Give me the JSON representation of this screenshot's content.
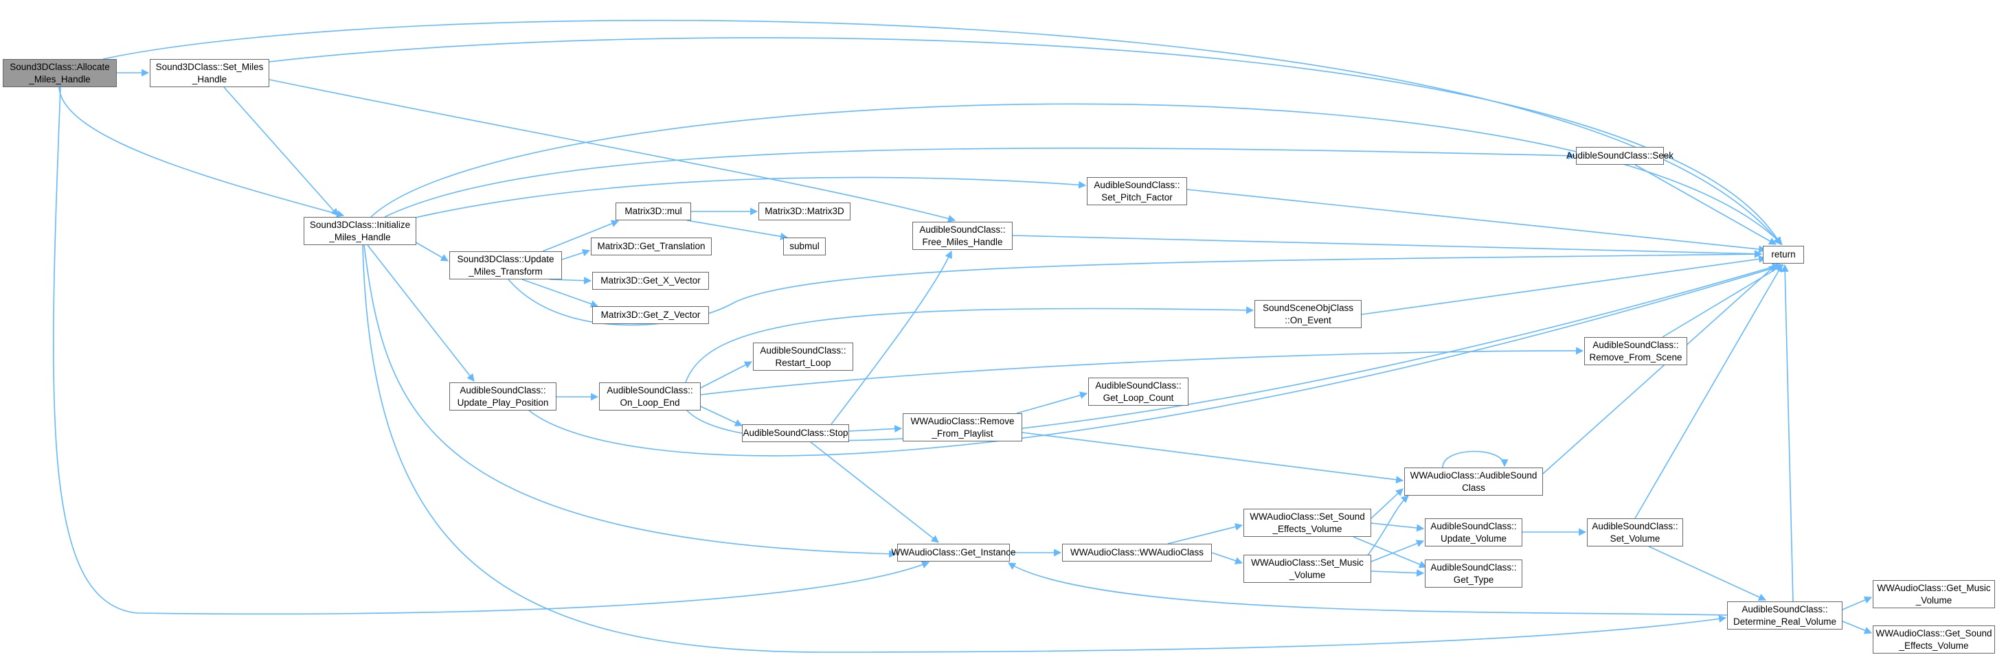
{
  "nodes": [
    {
      "id": "n0",
      "label": "Sound3DClass::Allocate\n_Miles_Handle",
      "highlighted": true
    },
    {
      "id": "n1",
      "label": "Sound3DClass::Set_Miles\n_Handle"
    },
    {
      "id": "n2",
      "label": "return"
    },
    {
      "id": "n3",
      "label": "AudibleSoundClass::\nFree_Miles_Handle"
    },
    {
      "id": "n4",
      "label": "Sound3DClass::Initialize\n_Miles_Handle"
    },
    {
      "id": "n5",
      "label": "WWAudioClass::Get_Instance"
    },
    {
      "id": "n6",
      "label": "AudibleSoundClass::Seek"
    },
    {
      "id": "n7",
      "label": "AudibleSoundClass::\nSet_Pitch_Factor"
    },
    {
      "id": "n8",
      "label": "Sound3DClass::Update\n_Miles_Transform"
    },
    {
      "id": "n9",
      "label": "AudibleSoundClass::\nUpdate_Play_Position"
    },
    {
      "id": "n10",
      "label": "Matrix3D::mul"
    },
    {
      "id": "n11",
      "label": "Matrix3D::Matrix3D"
    },
    {
      "id": "n12",
      "label": "submul"
    },
    {
      "id": "n13",
      "label": "Matrix3D::Get_Translation"
    },
    {
      "id": "n14",
      "label": "Matrix3D::Get_X_Vector"
    },
    {
      "id": "n15",
      "label": "Matrix3D::Get_Z_Vector"
    },
    {
      "id": "n16",
      "label": "AudibleSoundClass::\nOn_Loop_End"
    },
    {
      "id": "n17",
      "label": "AudibleSoundClass::\nRestart_Loop"
    },
    {
      "id": "n18",
      "label": "AudibleSoundClass::Stop"
    },
    {
      "id": "n19",
      "label": "WWAudioClass::Remove\n_From_Playlist"
    },
    {
      "id": "n20",
      "label": "AudibleSoundClass::\nGet_Loop_Count"
    },
    {
      "id": "n21",
      "label": "SoundSceneObjClass\n::On_Event"
    },
    {
      "id": "n22",
      "label": "AudibleSoundClass::\nRemove_From_Scene"
    },
    {
      "id": "n23",
      "label": "WWAudioClass::AudibleSound\nClass"
    },
    {
      "id": "n24",
      "label": "WWAudioClass::WWAudioClass"
    },
    {
      "id": "n25",
      "label": "WWAudioClass::Set_Sound\n_Effects_Volume"
    },
    {
      "id": "n26",
      "label": "WWAudioClass::Set_Music\n_Volume"
    },
    {
      "id": "n27",
      "label": "AudibleSoundClass::\nUpdate_Volume"
    },
    {
      "id": "n28",
      "label": "AudibleSoundClass::\nGet_Type"
    },
    {
      "id": "n29",
      "label": "AudibleSoundClass::\nSet_Volume"
    },
    {
      "id": "n30",
      "label": "AudibleSoundClass::\nDetermine_Real_Volume"
    },
    {
      "id": "n31",
      "label": "WWAudioClass::Get_Music\n_Volume"
    },
    {
      "id": "n32",
      "label": "WWAudioClass::Get_Sound\n_Effects_Volume"
    }
  ],
  "colors": {
    "edge": "#63b8ff",
    "node_border": "#666666",
    "node_fill": "#ffffff",
    "highlight_fill": "#999999"
  }
}
